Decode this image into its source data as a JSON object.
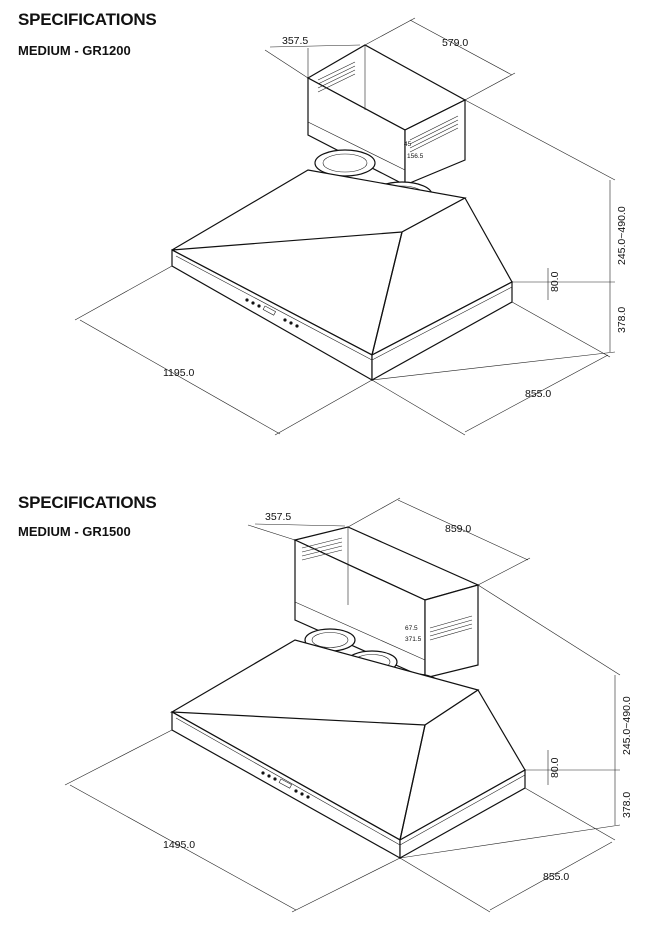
{
  "sections": [
    {
      "title": "SPECIFICATIONS",
      "subtitle": "MEDIUM - GR1200",
      "dims": {
        "top_depth": "357.5",
        "top_width": "579.0",
        "chimney_height": "245.0~490.0",
        "edge_height": "80.0",
        "hood_height": "378.0",
        "width": "1195.0",
        "depth": "855.0",
        "inner_a": "156.5",
        "inner_b": "45"
      }
    },
    {
      "title": "SPECIFICATIONS",
      "subtitle": "MEDIUM - GR1500",
      "dims": {
        "top_depth": "357.5",
        "top_width": "859.0",
        "chimney_height": "245.0~490.0",
        "edge_height": "80.0",
        "hood_height": "378.0",
        "width": "1495.0",
        "depth": "855.0",
        "inner_a": "67.5",
        "inner_b": "371.5"
      }
    }
  ]
}
